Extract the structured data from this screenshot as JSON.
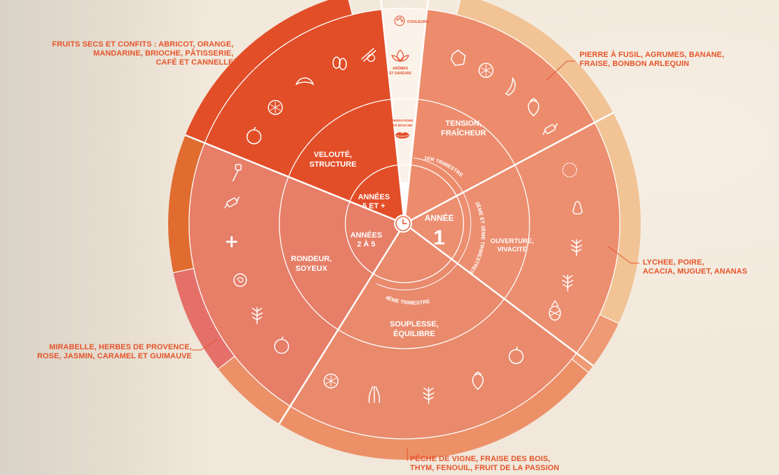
{
  "center": {
    "year1_label": "ANNÉE",
    "year1_number": "1",
    "years_2_5_line1": "ANNÉES",
    "years_2_5_line2": "2 À 5",
    "years_5_line1": "ANNÉES",
    "years_5_line2": "5 ET +"
  },
  "trimesters": {
    "t1": "1ER TRIMESTRE",
    "t23": "2ÈME ET 3ÈME TRIMESTRES",
    "t4": "4ÈME TRIMESTRE"
  },
  "sensations": {
    "tension_line1": "TENSION,",
    "tension_line2": "FRAÎCHEUR",
    "ouverture_line1": "OUVERTURE,",
    "ouverture_line2": "VIVACITÉ",
    "souplesse_line1": "SOUPLESSE,",
    "souplesse_line2": "ÉQUILIBRE",
    "rondeur_line1": "RONDEUR,",
    "rondeur_line2": "SOYEUX",
    "veloute_line1": "VELOUTÉ,",
    "veloute_line2": "STRUCTURE"
  },
  "legend_wedge": {
    "couleurs": "COULEURS",
    "aromes_line1": "ARÔMES",
    "aromes_line2": "ET SAVEURS",
    "sensations_line1": "SENSATIONS",
    "sensations_line2": "EN BOUCHE"
  },
  "callouts": {
    "fruits_secs": [
      "FRUITS SECS ET CONFITS : ABRICOT, ORANGE,",
      "MANDARINE, BRIOCHE, PÂTISSERIE,",
      "CAFÉ ET CANNELLE"
    ],
    "pierre": [
      "PIERRE À FUSIL, AGRUMES, BANANE,",
      "FRAISE, BONBON ARLEQUIN"
    ],
    "lychee": [
      "LYCHEE, POIRE,",
      "ACACIA, MUGUET, ANANAS"
    ],
    "mirabelle": [
      "MIRABELLE, HERBES DE PROVENCE,",
      "ROSE, JASMIN, CARAMEL ET GUIMAUVE"
    ],
    "peche": [
      "PÊCHE DE VIGNE, FRAISE DES BOIS,",
      "THYM, FENOUIL, FRUIT DE LA PASSION"
    ]
  },
  "icons": {
    "tension": [
      "flint-stone-icon",
      "citrus-icon",
      "banana-icon",
      "strawberry-icon",
      "candy-icon"
    ],
    "ouverture": [
      "lychee-icon",
      "pear-icon",
      "acacia-icon",
      "lily-of-the-valley-icon",
      "pineapple-icon"
    ],
    "souplesse": [
      "vine-peach-icon",
      "wild-strawberry-icon",
      "thyme-icon",
      "fennel-icon",
      "passion-fruit-icon"
    ],
    "rondeur": [
      "mirabelle-icon",
      "provence-herbs-icon",
      "rose-icon",
      "jasmine-icon",
      "caramel-icon",
      "marshmallow-icon"
    ],
    "veloute": [
      "apricot-icon",
      "orange-icon",
      "croissant-icon",
      "coffee-bean-icon",
      "cinnamon-icon"
    ]
  },
  "colors": {
    "veloute": "#e24e28",
    "tension": "#ec8c6c",
    "ouverture": "#ec8e70",
    "souplesse": "#e98a6c",
    "rondeur": "#e67e68",
    "outer_tension": "#f1c395",
    "outer_ouverture": "#ee9a74",
    "outer_souplesse": "#ec9067",
    "outer_rondeur_top": "#e06c30",
    "outer_rondeur_bottom": "#e5706a",
    "outer_veloute": "#e24e28",
    "callout_text": "#e5542a",
    "background": "#f1e7da"
  }
}
